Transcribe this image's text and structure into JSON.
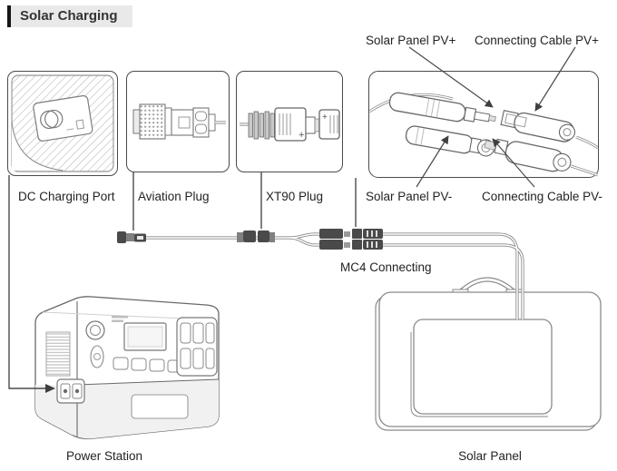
{
  "header": {
    "title": "Solar Charging"
  },
  "callout_boxes": {
    "dc_charging_port": {
      "label": "DC Charging Port"
    },
    "aviation_plug": {
      "label": "Aviation Plug"
    },
    "xt90_plug": {
      "label": "XT90 Plug"
    }
  },
  "mc4_detail": {
    "top_left_label": "Solar Panel PV+",
    "top_right_label": "Connecting Cable PV+",
    "bottom_left_label": "Solar Panel PV-",
    "bottom_right_label": "Connecting Cable PV-"
  },
  "diagram": {
    "mc4_label": "MC4 Connecting",
    "power_station_label": "Power Station",
    "solar_panel_label": "Solar Panel"
  },
  "icons": {
    "plus": "+"
  },
  "colors": {
    "line_art": "#666666",
    "connector_dark": "#4a4a4a",
    "cable_outline": "#8a8a8a",
    "label_text": "#232323",
    "title_background": "#e9e9e9",
    "title_accent": "#161616"
  }
}
